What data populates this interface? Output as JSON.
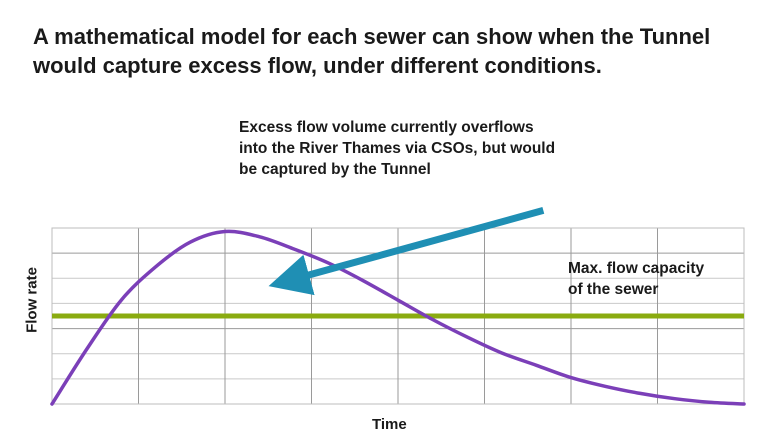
{
  "headline": "A mathematical model for each sewer can show when the Tunnel would capture excess flow, under different conditions.",
  "annotations": {
    "excess": "Excess flow volume currently overflows\ninto the River Thames via CSOs, but would\nbe captured by the Tunnel",
    "capacity": "Max. flow capacity\nof the sewer"
  },
  "colors": {
    "curve": "#7b3fb8",
    "capacity_line": "#8aab10",
    "arrow": "#1f8fb4",
    "grid": "#c9c9c9",
    "grid_major": "#9a9a9a",
    "frame": "#bdbdbd"
  },
  "chart_data": {
    "type": "line",
    "title": "",
    "xlabel": "Time",
    "ylabel": "Flow rate",
    "xlim": [
      0,
      10
    ],
    "ylim": [
      0,
      10
    ],
    "grid": true,
    "series": [
      {
        "x": [
          0,
          0.5,
          1,
          1.5,
          2,
          2.5,
          3,
          3.5,
          4,
          4.5,
          5,
          5.5,
          6,
          6.5,
          7,
          7.5,
          8,
          8.5,
          9,
          9.5,
          10
        ],
        "values": [
          0,
          3.1,
          5.9,
          7.8,
          9.2,
          9.8,
          9.5,
          8.8,
          8.0,
          7.0,
          5.9,
          4.8,
          3.8,
          2.9,
          2.2,
          1.5,
          1.0,
          0.6,
          0.3,
          0.1,
          0
        ]
      }
    ],
    "threshold": {
      "value": 5.0
    },
    "arrow": {
      "from": [
        7.1,
        11.0
      ],
      "to": [
        3.5,
        7.1
      ]
    }
  }
}
